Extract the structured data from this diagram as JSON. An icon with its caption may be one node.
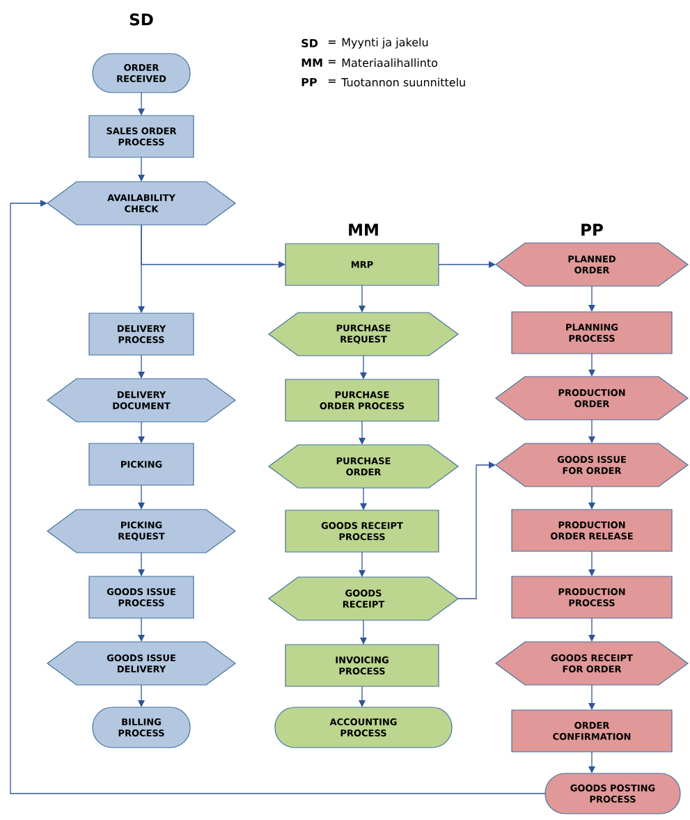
{
  "diagram": {
    "nodes": [
      {
        "text": [
          "ORDER RECEIVED"
        ]
      },
      {
        "text": [
          "SALES ORDER PROCESS"
        ]
      },
      {
        "text": [
          "AVAILABILITY CHECK"
        ]
      },
      {
        "text": [
          "MRP"
        ]
      },
      {
        "text": [
          "PLANNED ORDER"
        ]
      },
      {
        "text": [
          "DELIVERY PROCESS"
        ]
      },
      {
        "text": [
          "PURCHASE REQUEST"
        ]
      },
      {
        "text": [
          "PLANNING PROCESS"
        ]
      },
      {
        "text": [
          "DELIVERY DOCUMENT"
        ]
      },
      {
        "text": [
          "PURCHASE ORDER PROCESS"
        ]
      },
      {
        "text": [
          "PRODUCTION ORDER"
        ]
      },
      {
        "text": [
          "PICKING"
        ]
      },
      {
        "text": [
          "PURCHASE ORDER"
        ]
      },
      {
        "text": [
          "GOODS ISSUE FOR ORDER"
        ]
      },
      {
        "text": [
          "PICKING REQUEST"
        ]
      },
      {
        "text": [
          "GOODS RECEIPT PROCESS"
        ]
      },
      {
        "text": [
          "PRODUCTION ORDER RELEASE"
        ]
      },
      {
        "text": [
          "GOODS ISSUE PROCESS"
        ]
      },
      {
        "text": [
          "GOODS RECEIPT"
        ]
      },
      {
        "text": [
          "PRODUCTION PROCESS"
        ]
      },
      {
        "text": [
          "GOODS ISSUE DELIVERY"
        ]
      },
      {
        "text": [
          "INVOICING PROCESS"
        ]
      },
      {
        "text": [
          "GOODS RECEIPT FOR ORDER"
        ]
      },
      {
        "text": [
          "BILLING PROCESS"
        ]
      },
      {
        "text": [
          "ACCOUNTING PROCESS"
        ]
      },
      {
        "text": [
          "ORDER CONFIRMATION"
        ]
      },
      {
        "text": [
          "GOODS POSTING PROCESS"
        ]
      }
    ],
    "edges": [
      {
        "from": 0,
        "to": 1,
        "arrow": "to"
      },
      {
        "from": 1,
        "to": 2,
        "arrow": "to"
      },
      {
        "from": 2,
        "to": 5,
        "arrow": "to"
      },
      {
        "from": 2,
        "to": 3,
        "arrow": "to"
      },
      {
        "from": 3,
        "to": 4,
        "arrow": "to"
      },
      {
        "from": 3,
        "to": 6,
        "arrow": "to"
      },
      {
        "from": 4,
        "to": 7,
        "arrow": "to"
      },
      {
        "from": 5,
        "to": 8,
        "arrow": "to"
      },
      {
        "from": 6,
        "to": 9,
        "arrow": "to"
      },
      {
        "from": 7,
        "to": 10,
        "arrow": "to"
      },
      {
        "from": 8,
        "to": 11,
        "arrow": "to"
      },
      {
        "from": 9,
        "to": 12,
        "arrow": "to"
      },
      {
        "from": 10,
        "to": 13,
        "arrow": "to"
      },
      {
        "from": 11,
        "to": 14,
        "arrow": "to"
      },
      {
        "from": 12,
        "to": 15,
        "arrow": "to"
      },
      {
        "from": 13,
        "to": 16,
        "arrow": "to"
      },
      {
        "from": 14,
        "to": 17,
        "arrow": "to"
      },
      {
        "from": 15,
        "to": 18,
        "arrow": "to"
      },
      {
        "from": 16,
        "to": 19,
        "arrow": "to"
      },
      {
        "from": 17,
        "to": 20,
        "arrow": "to"
      },
      {
        "from": 18,
        "to": 21,
        "arrow": "to"
      },
      {
        "from": 19,
        "to": 22,
        "arrow": "to"
      },
      {
        "from": 20,
        "to": 23,
        "arrow": "to"
      },
      {
        "from": 21,
        "to": 24,
        "arrow": "to"
      },
      {
        "from": 22,
        "to": 25,
        "arrow": "to"
      },
      {
        "from": 25,
        "to": 26,
        "arrow": "to"
      },
      {
        "from": 18,
        "to": 13,
        "arrow": "to"
      },
      {
        "from": 26,
        "to": 2,
        "arrow": "to"
      }
    ],
    "labels": [
      "SD",
      "SD",
      "=",
      "Myynti ja jakelu",
      "MM",
      "=",
      "Materiaalihallinto",
      "PP",
      "=",
      "Tuotannon suunnittelu",
      "MM",
      "PP"
    ]
  }
}
